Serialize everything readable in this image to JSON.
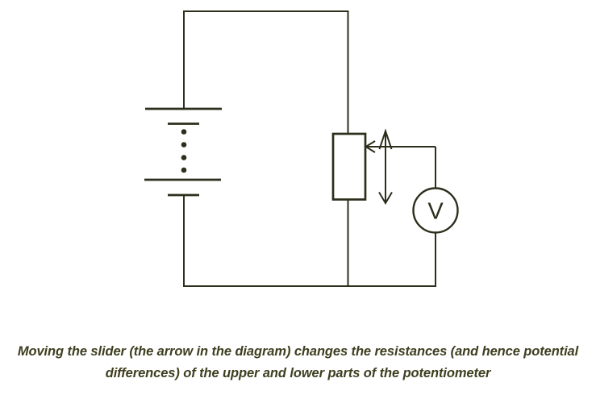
{
  "figure": {
    "caption": {
      "line1": "Moving the slider (the arrow in the diagram) changes the resistances (and hence potential",
      "line2": "differences) of the upper and lower parts of the potentiometer"
    }
  },
  "diagram": {
    "type": "circuit",
    "components": [
      {
        "name": "battery",
        "description": "multi-cell battery, two cells drawn with four dots between them indicating additional cells"
      },
      {
        "name": "potentiometer",
        "description": "vertical rectangular resistor body wired into the main loop"
      },
      {
        "name": "slider-arrow",
        "description": "arrow pointing left into the right side of the potentiometer; tapping point for the voltmeter branch"
      },
      {
        "name": "slider-travel-arrow",
        "description": "vertical double-headed arrow showing the slider can move up and down"
      },
      {
        "name": "voltmeter",
        "label": "V",
        "description": "circular voltmeter connected between the slider and the bottom rail"
      }
    ],
    "voltmeter_label": "V",
    "colors": {
      "line": "#2e2e1c",
      "text": "#3e3e20",
      "background": "#ffffff"
    }
  }
}
